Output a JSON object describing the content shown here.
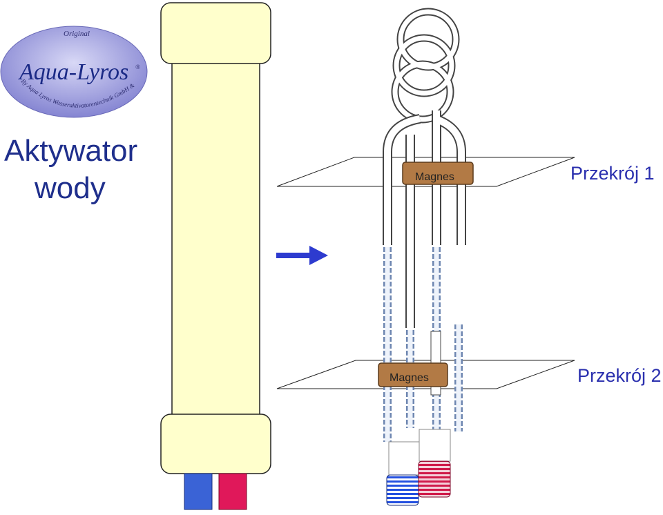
{
  "logo": {
    "top_text": "Original",
    "brand": "Aqua-Lyros",
    "registered_mark": "®",
    "arc_text": "By Aqua Lyros Wasseraktivatorentechnik GmbH & Co. KG",
    "fill_color": "#8f8fd8",
    "text_color": "#1b2a86"
  },
  "title": {
    "line1": "Aktywator",
    "line2": "wody",
    "color": "#1f2f8c"
  },
  "cylinder": {
    "body_color": "#ffffcc",
    "outline_color": "#222222",
    "pipe_left_color": "#3a63d6",
    "pipe_right_color": "#e0185a"
  },
  "arrow": {
    "color": "#2d3bcf",
    "icon": "arrow-right-icon"
  },
  "sections": [
    {
      "label": "Przekrój 1",
      "magnet_label": "Magnes"
    },
    {
      "label": "Przekrój 2",
      "magnet_label": "Magnes"
    }
  ],
  "magnet": {
    "color": "#b27a45",
    "outline": "#5a3a1c"
  },
  "connectors": {
    "blue": "#2450e0",
    "red": "#d01a4a"
  }
}
